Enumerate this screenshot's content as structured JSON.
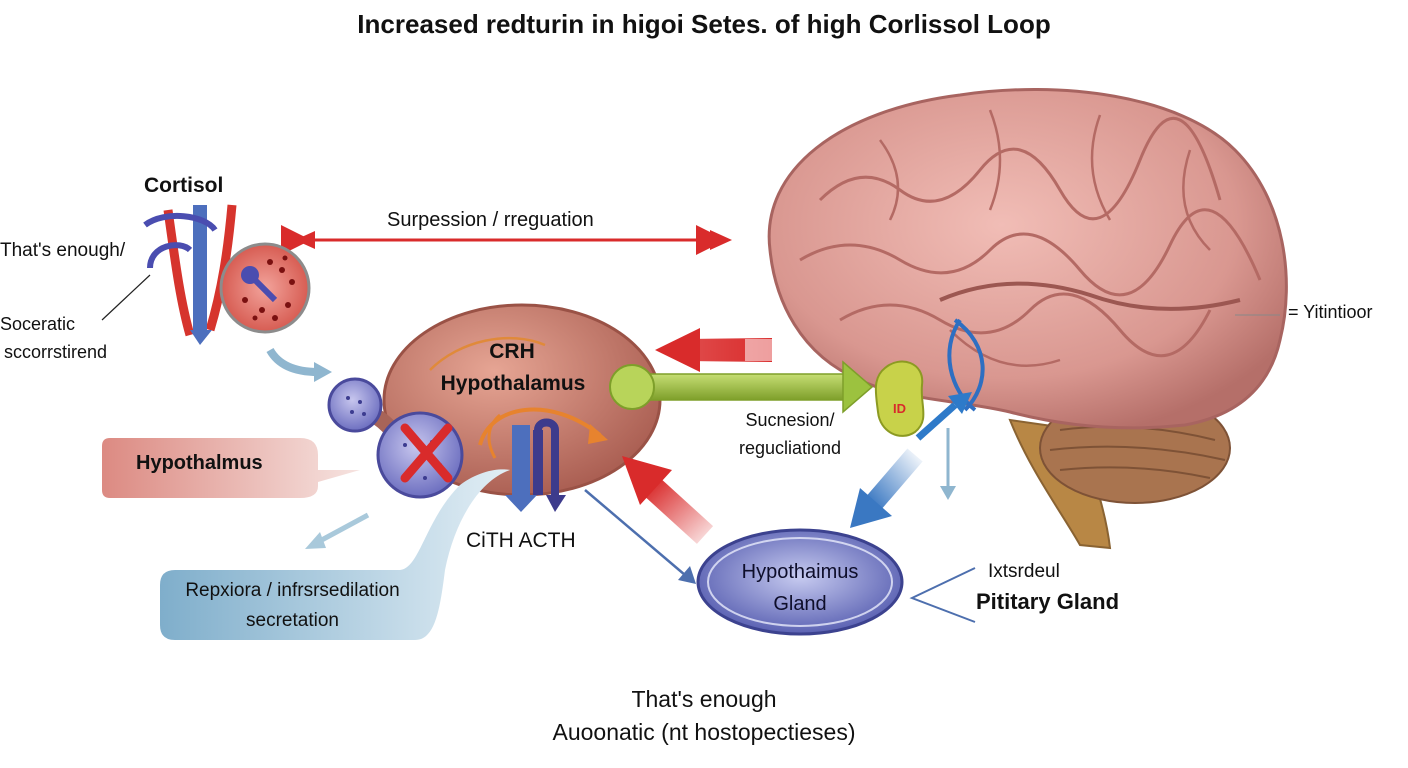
{
  "title": "Increased redturin in higoi Setes. of high Corlissol Loop",
  "labels": {
    "cortisol": "Cortisol",
    "thats_enough_left": "That's enough/",
    "socratic_line1": "Soceratic",
    "socratic_line2": "sccorrstirend",
    "suppression_top": "Surpession / rreguation",
    "crh": "CRH",
    "hypothalamus_center": "Hypothalamus",
    "hypothalmus_callout": "Hypothalmus",
    "cith_acth": "CiTH ACTH",
    "suppression_mid_line1": "Sucnesion/",
    "suppression_mid_line2": "regucliationd",
    "yitintioor": "= Yitintioor",
    "replora_line1": "Repxiora / infrsrsedilation",
    "replora_line2": "secretation",
    "gland_line1": "Hypothaimus",
    "gland_line2": "Gland",
    "ixtsrdeul": "Ixtsrdeul",
    "pituitary": "Pititary Gland",
    "id_mark": "ID",
    "bottom_line1": "That's enough",
    "bottom_line2": "Auoonatic  (nt hostopectieses)"
  },
  "colors": {
    "suppression_arrow": "#d92b2b",
    "brain": "#e0a09a",
    "hypothalamus_body": "#c8786a",
    "green_arrow": "#9cc23f",
    "blue_arrow": "#3a78c2",
    "gland": "#5a62b8",
    "callout_red": "#e7a19a",
    "callout_blue": "#9fc3d8"
  }
}
